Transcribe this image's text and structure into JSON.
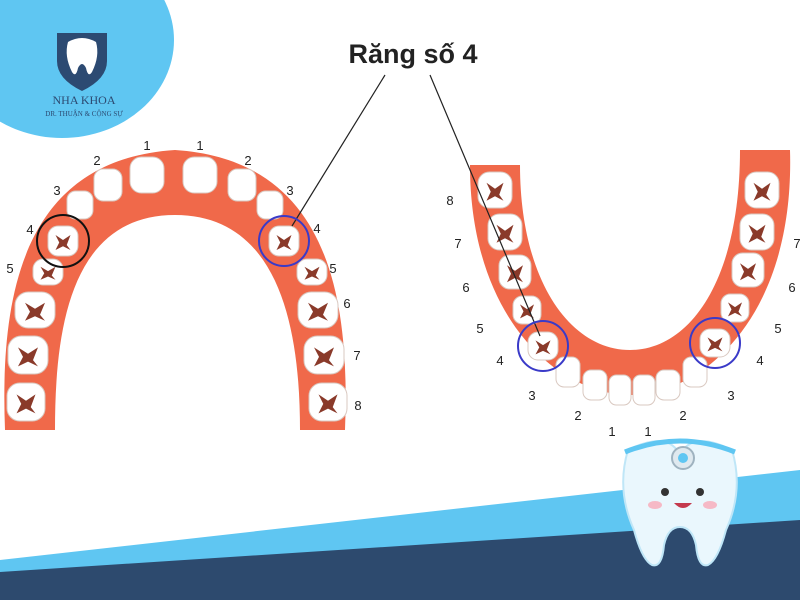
{
  "logo": {
    "name": "NHA KHOA",
    "subtitle": "DR. THUẬN & CỘNG SỰ"
  },
  "title": "Răng số 4",
  "upper_arch": {
    "left_numbers": [
      "1",
      "2",
      "3",
      "4",
      "5"
    ],
    "right_numbers": [
      "1",
      "2",
      "3",
      "4",
      "5",
      "6",
      "7",
      "8"
    ]
  },
  "lower_arch": {
    "left_numbers": [
      "8",
      "7",
      "6",
      "5",
      "4",
      "3",
      "2",
      "1"
    ],
    "right_numbers": [
      "1",
      "2",
      "3",
      "4",
      "5",
      "6",
      "7"
    ]
  },
  "colors": {
    "gum": "#f0694a",
    "highlight_circle": "#3a3ac8",
    "reference_circle": "#111111",
    "logo_bg": "#5fc6f2",
    "band_light": "#5fc6f2",
    "band_dark": "#2d4a6e"
  }
}
